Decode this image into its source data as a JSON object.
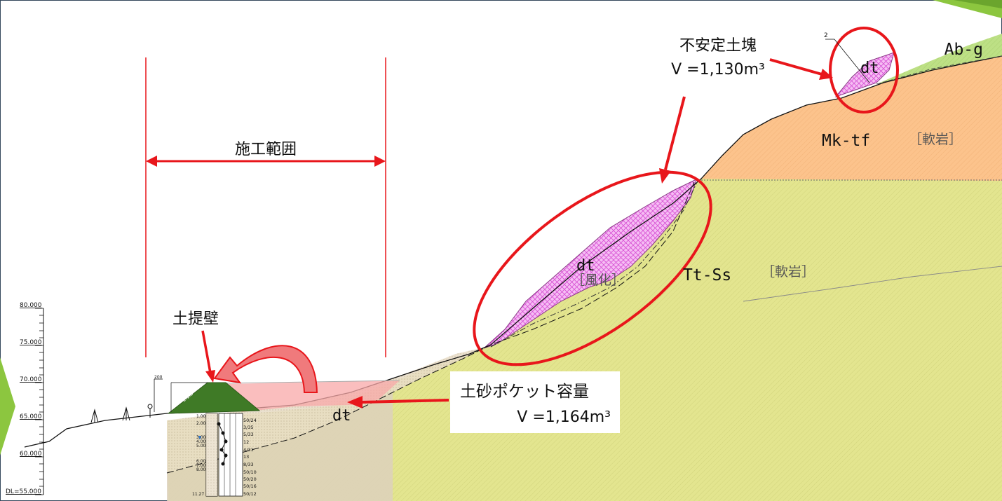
{
  "labels": {
    "construction_range": "施工範囲",
    "unstable_block_title": "不安定土塊",
    "unstable_block_volume": "V =1,130m³",
    "embankment_wall": "土提壁",
    "pocket_title": "土砂ポケット容量",
    "pocket_volume": "V =1,164m³",
    "ab_g": "Ab-g",
    "mk_tf": "Mk-tf",
    "mk_tf_note": "［軟岩］",
    "tt_ss": "Tt-Ss",
    "tt_ss_note": "［軟岩］",
    "dt_mid": "dt",
    "dt_weathered": "［風化］",
    "dt_top": "dt",
    "dt_bottom": "dt",
    "small_mark": "2",
    "dim_200": "200",
    "slope_ratio": "1:1.5"
  },
  "elevation_scale": {
    "ticks": [
      "80.000",
      "75.000",
      "70.000",
      "65.000",
      "60.000",
      "DL=55.000"
    ]
  },
  "boring": {
    "depths": [
      "1.00",
      "2.00",
      "3.00",
      "4.00",
      "5.00",
      "6.00",
      "7.00",
      "8.00",
      "11.27"
    ],
    "n_values": [
      "50/24",
      "3/35",
      "5/33",
      "12",
      "4/31",
      "13",
      "8/33",
      "50/10",
      "50/20",
      "50/16",
      "50/12"
    ]
  },
  "colors": {
    "construction_red": "#e8161b",
    "orange_layer": "#fbbf85",
    "yellow_layer": "#dfe28c",
    "green_layer": "#b9dd80",
    "dt_fill": "#f3a8f0",
    "embankment": "#3f7a26",
    "accent_green": "#8cc63f"
  }
}
